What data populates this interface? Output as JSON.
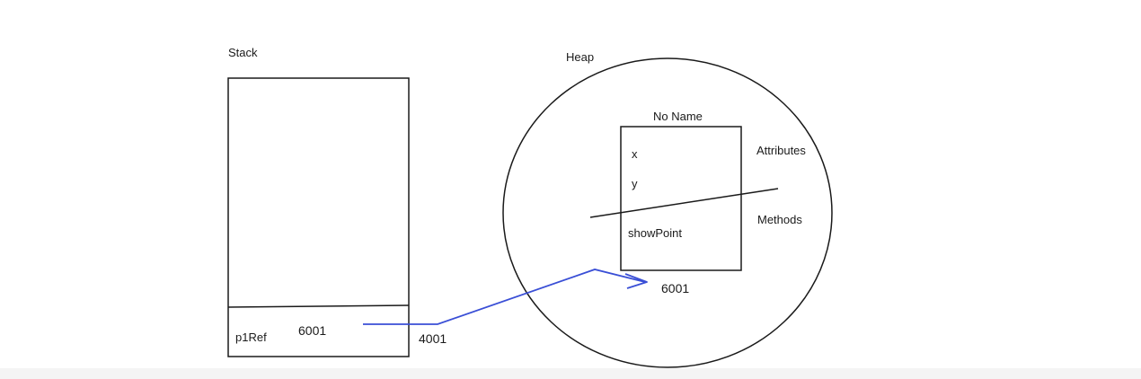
{
  "stack": {
    "title": "Stack",
    "variable_name": "p1Ref",
    "variable_value": "6001",
    "address": "4001"
  },
  "heap": {
    "title": "Heap",
    "object": {
      "name": "No Name",
      "attributes": [
        "x",
        "y"
      ],
      "methods": [
        "showPoint"
      ],
      "address": "6001"
    },
    "attributes_label": "Attributes",
    "methods_label": "Methods"
  },
  "colors": {
    "outline": "#1a1a1a",
    "reference_arrow": "#3a4fd6"
  }
}
